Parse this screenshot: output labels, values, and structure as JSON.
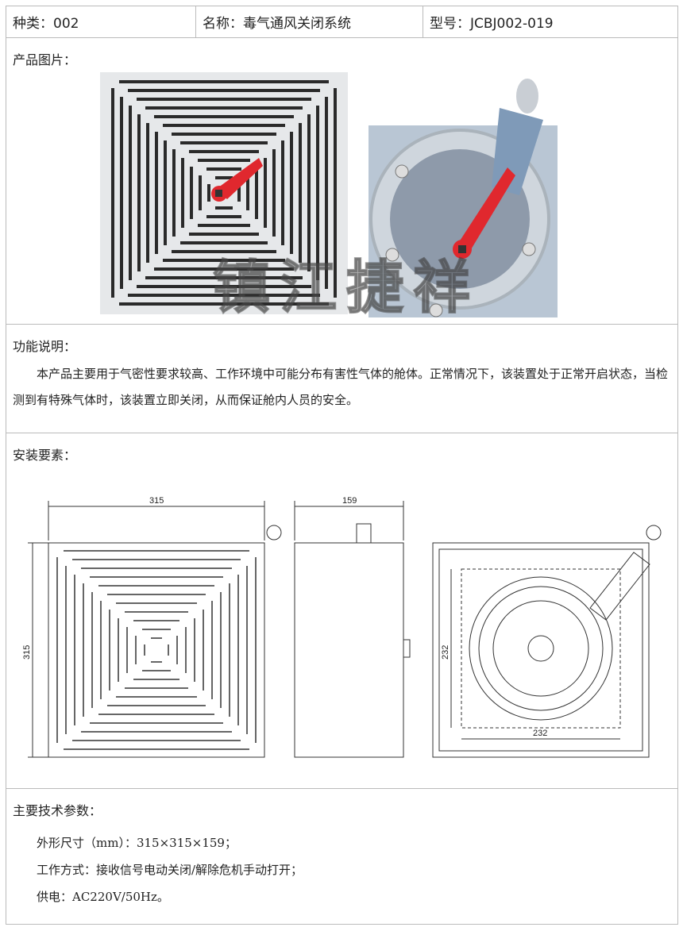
{
  "header": {
    "category": "种类：002",
    "name": "名称：毒气通风关闭系统",
    "model": "型号：JCBJ002-019"
  },
  "photos": {
    "title": "产品图片：",
    "watermark": "镇江捷祥"
  },
  "function": {
    "title": "功能说明：",
    "text": "本产品主要用于气密性要求较高、工作环境中可能分布有害性气体的舱体。正常情况下，该装置处于正常开启状态，当检测到有特殊气体时，该装置立即关闭，从而保证舱内人员的安全。"
  },
  "install": {
    "title": "安装要素：",
    "dims": {
      "front_width": "315",
      "front_height": "315",
      "side_depth": "159",
      "back_inner_h": "232",
      "back_inner_w": "232"
    }
  },
  "params": {
    "title": "主要技术参数：",
    "items": [
      "外形尺寸（mm）：315×315×159；",
      "工作方式：接收信号电动关闭/解除危机手动打开；",
      "供电：AC220V/50Hz。"
    ]
  },
  "colors": {
    "lever": "#e0282e",
    "border": "#bbbbbb"
  }
}
